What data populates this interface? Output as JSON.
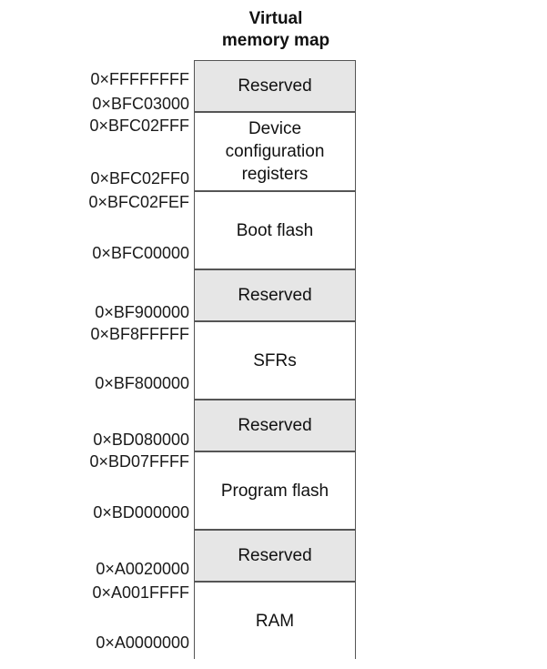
{
  "title_line1": "Virtual",
  "title_line2": "memory map",
  "segments": [
    {
      "label": "Reserved",
      "type": "reserved"
    },
    {
      "label_lines": [
        "Device",
        "configuration",
        "registers"
      ],
      "type": "plain"
    },
    {
      "label": "Boot flash",
      "type": "plain"
    },
    {
      "label": "Reserved",
      "type": "reserved"
    },
    {
      "label": "SFRs",
      "type": "plain"
    },
    {
      "label": "Reserved",
      "type": "reserved"
    },
    {
      "label": "Program flash",
      "type": "plain"
    },
    {
      "label": "Reserved",
      "type": "reserved"
    },
    {
      "label": "RAM",
      "type": "plain"
    }
  ],
  "addresses": [
    "0×FFFFFFFF",
    "0×BFC03000",
    "0×BFC02FFF",
    "0×BFC02FF0",
    "0×BFC02FEF",
    "0×BFC00000",
    "0×BF900000",
    "0×BF8FFFFF",
    "0×BF800000",
    "0×BD080000",
    "0×BD07FFFF",
    "0×BD000000",
    "0×A0020000",
    "0×A001FFFF",
    "0×A0000000"
  ],
  "colors": {
    "reserved_fill": "#e6e6e6",
    "border": "#555555"
  }
}
